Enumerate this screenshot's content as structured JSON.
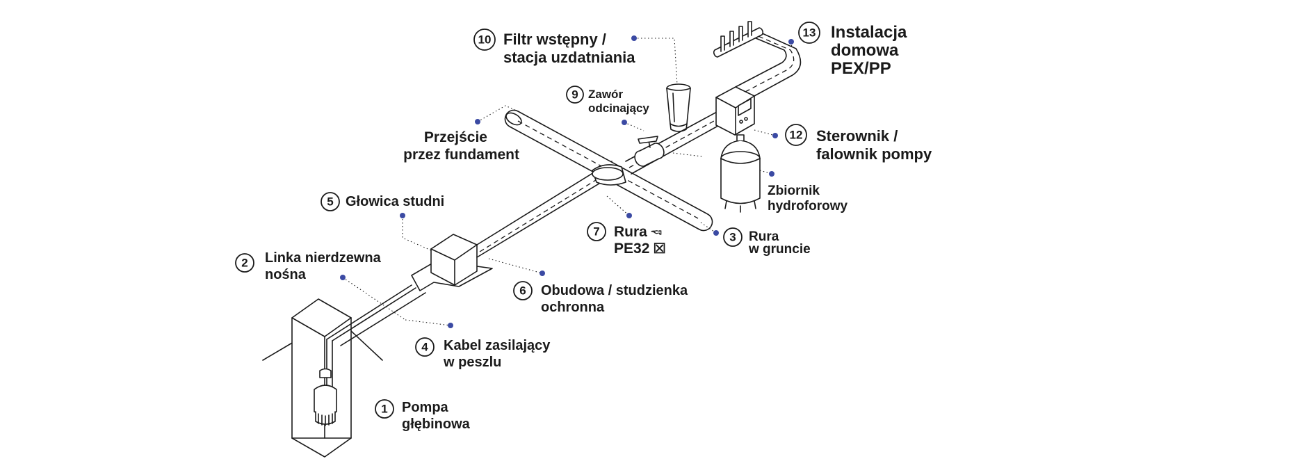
{
  "colors": {
    "ink": "#1a1a1a",
    "accent_dot": "#3b4aa3",
    "background": "#ffffff"
  },
  "labels": [
    {
      "key": "l1",
      "number": "1",
      "lines": [
        "Pompa",
        "głębinowa"
      ]
    },
    {
      "key": "l2",
      "number": "2",
      "lines": [
        "Linka nierdzewna",
        "nośna"
      ]
    },
    {
      "key": "l3",
      "number": "3",
      "lines": [
        "Rura",
        "w gruncie"
      ]
    },
    {
      "key": "l4",
      "number": "4",
      "lines": [
        "Kabel zasilający",
        "w peszlu"
      ]
    },
    {
      "key": "l5",
      "number": "5",
      "lines": [
        "Głowica studni"
      ]
    },
    {
      "key": "l6",
      "number": "6",
      "lines": [
        "Obudowa / studzienka",
        "ochronna"
      ]
    },
    {
      "key": "l7",
      "number": "7",
      "lines": [
        "Rura 🖘",
        "PE32 ⮽"
      ]
    },
    {
      "key": "l8",
      "number": "",
      "lines": [
        "Przejście",
        "przez fundament"
      ]
    },
    {
      "key": "l9",
      "number": "9",
      "lines": [
        "Zawór",
        "odcinający"
      ]
    },
    {
      "key": "l10",
      "number": "10",
      "lines": [
        "Filtr wstępny /",
        "stacja uzdatniania"
      ]
    },
    {
      "key": "l11",
      "number": "",
      "lines": [
        "Zbiornik",
        "hydroforowy"
      ]
    },
    {
      "key": "l12",
      "number": "12",
      "lines": [
        "Sterownik /",
        "falownik pompy"
      ]
    },
    {
      "key": "l13",
      "number": "13",
      "lines": [
        "Instalacja",
        "domowa",
        "PEX/PP"
      ]
    }
  ]
}
